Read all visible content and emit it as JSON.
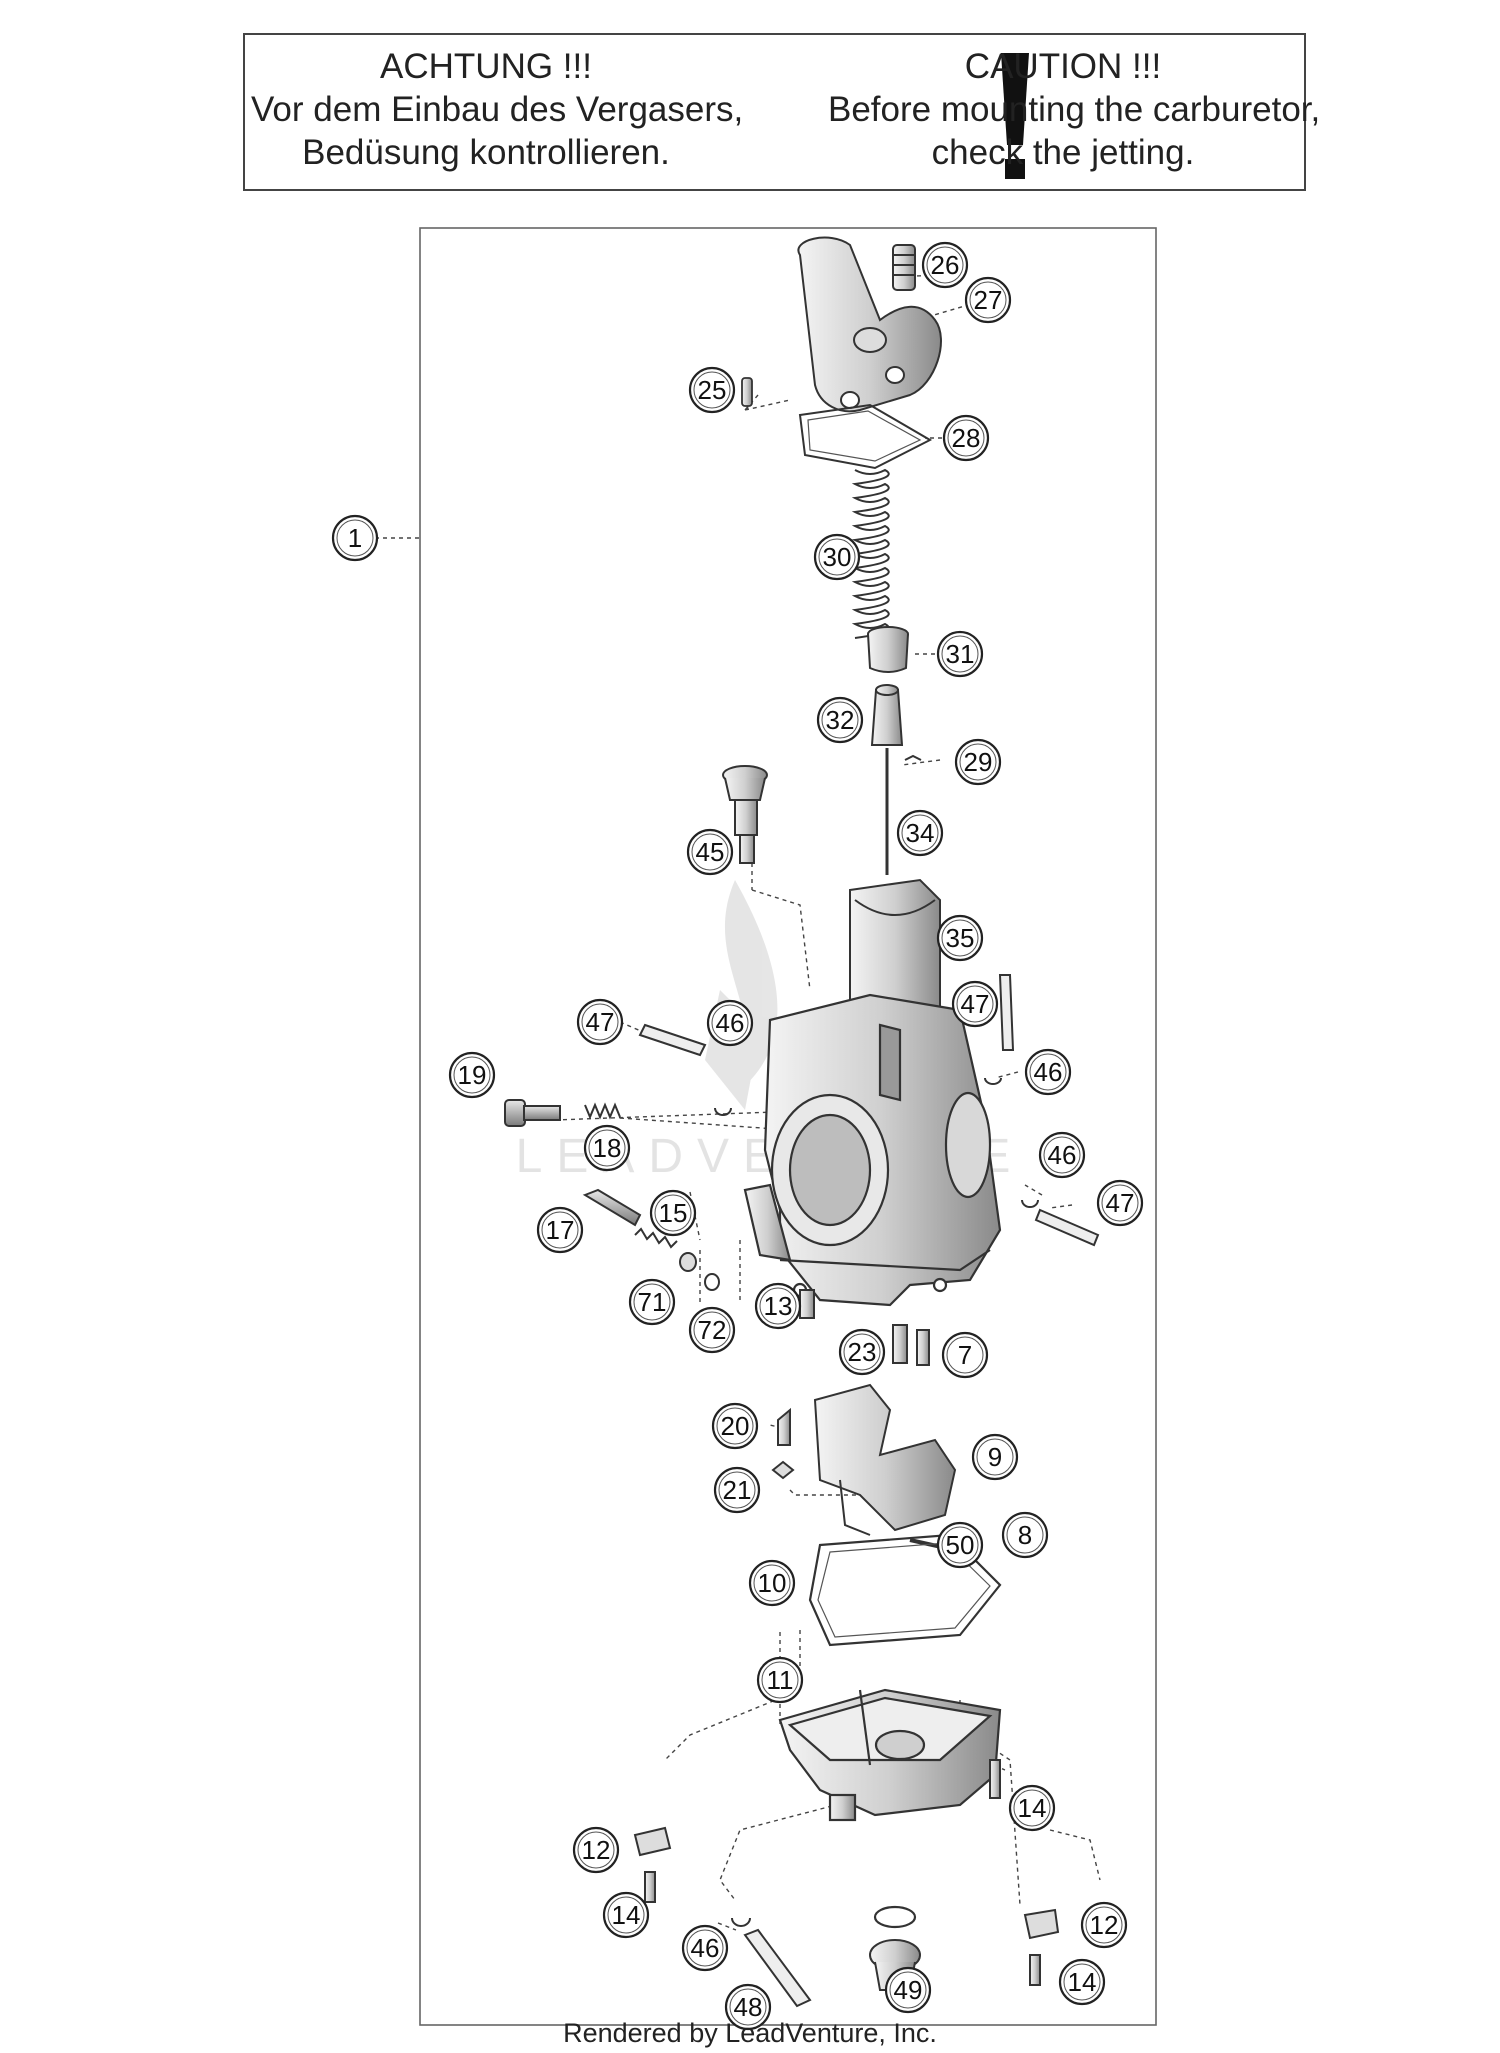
{
  "caution": {
    "de": [
      "ACHTUNG !!!",
      "Vor dem Einbau des Vergasers,",
      "Bedüsung kontrollieren."
    ],
    "en": [
      "CAUTION !!!",
      "Before mounting the carburetor,",
      "check the jetting."
    ]
  },
  "watermark": "LEADVENTURE",
  "callouts": [
    {
      "label": "1"
    },
    {
      "label": "26"
    },
    {
      "label": "27"
    },
    {
      "label": "25"
    },
    {
      "label": "28"
    },
    {
      "label": "30"
    },
    {
      "label": "31"
    },
    {
      "label": "32"
    },
    {
      "label": "29"
    },
    {
      "label": "34"
    },
    {
      "label": "45"
    },
    {
      "label": "35"
    },
    {
      "label": "47"
    },
    {
      "label": "46"
    },
    {
      "label": "47"
    },
    {
      "label": "19"
    },
    {
      "label": "46"
    },
    {
      "label": "18"
    },
    {
      "label": "46"
    },
    {
      "label": "15"
    },
    {
      "label": "47"
    },
    {
      "label": "17"
    },
    {
      "label": "71"
    },
    {
      "label": "13"
    },
    {
      "label": "72"
    },
    {
      "label": "23"
    },
    {
      "label": "7"
    },
    {
      "label": "20"
    },
    {
      "label": "9"
    },
    {
      "label": "21"
    },
    {
      "label": "8"
    },
    {
      "label": "10"
    },
    {
      "label": "11"
    },
    {
      "label": "14"
    },
    {
      "label": "12"
    },
    {
      "label": "50"
    },
    {
      "label": "14"
    },
    {
      "label": "12"
    },
    {
      "label": "46"
    },
    {
      "label": "14"
    },
    {
      "label": "48"
    },
    {
      "label": "49"
    }
  ],
  "credit": "Rendered by LeadVenture, Inc."
}
